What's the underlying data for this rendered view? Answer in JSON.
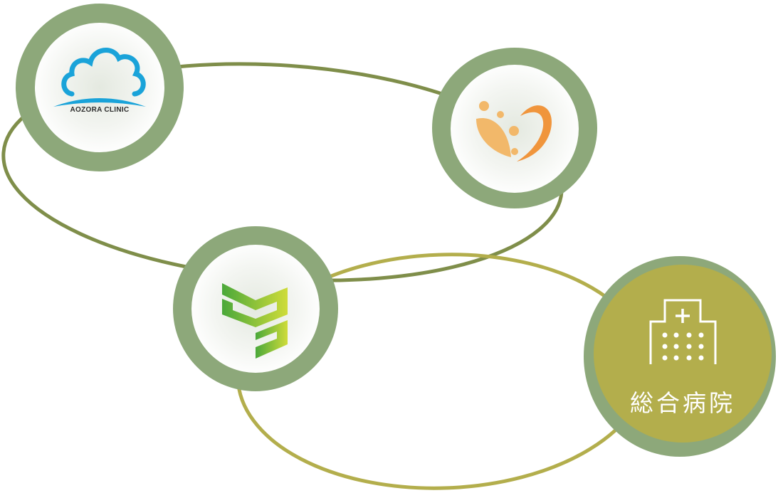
{
  "diagram": {
    "type": "network-of-medical-facilities",
    "colors": {
      "ring": "#8da87a",
      "link_primary": "#7f8e4a",
      "link_secondary": "#b3ae4c",
      "hospital_fill": "#b3ae4c",
      "aozora_blue": "#1aa3d9",
      "heart_orange": "#f0953c",
      "heart_light": "#f2b86a",
      "logo_green_start": "#4aa83a",
      "logo_green_end": "#cfdc3a"
    },
    "nodes": [
      {
        "id": "aozora-clinic",
        "label": "AOZORA CLINIC",
        "icon": "cloud-logo-icon"
      },
      {
        "id": "orange-clinic",
        "label": "",
        "icon": "heart-leaf-logo-icon"
      },
      {
        "id": "green-clinic",
        "label": "",
        "icon": "green-chevron-logo-icon"
      },
      {
        "id": "general-hospital",
        "label": "総合病院",
        "icon": "hospital-building-icon"
      }
    ],
    "links": [
      {
        "name": "primary-network-loop",
        "connects": [
          "aozora-clinic",
          "orange-clinic",
          "green-clinic"
        ]
      },
      {
        "name": "secondary-network-loop",
        "connects": [
          "green-clinic",
          "general-hospital"
        ]
      }
    ]
  }
}
